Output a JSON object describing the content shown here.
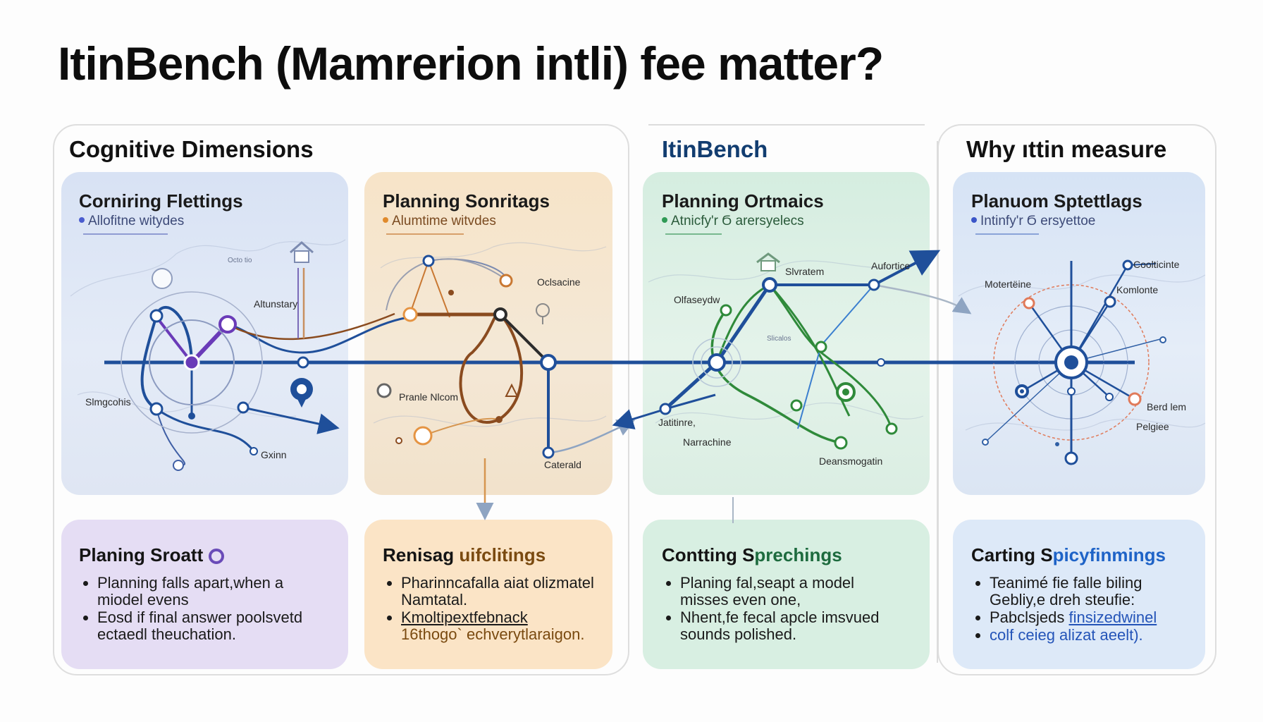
{
  "title": "ItinBench (Mamrerion intli) fee matter?",
  "sections": {
    "cognitive": "Cognitive Dimensions",
    "itinbench": "ItinBench",
    "why": "Why ıttin measure"
  },
  "top_panels": [
    {
      "title": "Corniring Flettings",
      "subtitle": "Allofitne witydes",
      "dot_color": "#4a5ccf"
    },
    {
      "title": "Planning Sonritags",
      "subtitle": "Alumtime witvdes",
      "dot_color": "#e08a2c"
    },
    {
      "title": "Planning Ortmaics",
      "subtitle": "Atnicfy'r Ϭ arersyelecs",
      "dot_color": "#2f9a55"
    },
    {
      "title": "Planuom Sptettlags",
      "subtitle": "Intinfy'r Ϭ ersyettoe",
      "dot_color": "#3a55c8"
    }
  ],
  "map_labels": {
    "p1": {
      "altunstary": "Altunstary",
      "slmgcohis": "Slmgcohis",
      "gxinn": "Gxinn",
      "octolio": "Octo tio"
    },
    "p2": {
      "oclsacine": "Oclsacine",
      "pranle": "Pranle Nlcom",
      "caterald": "Caterald"
    },
    "p3": {
      "slvratem": "Slvratem",
      "aufortice": "Aufortice",
      "olfaseydw": "Olfaseydw",
      "jatitinre": "Jatitinre,",
      "narrachine": "Narrachine",
      "deansmogatin": "Deansmogatin",
      "sicalos": "Slicalos"
    },
    "p4": {
      "coolticinte": "Coolticinte",
      "moterteine": "Motertëine",
      "komlonte": "Komlonte",
      "berdlem": "Berd lem",
      "pelgiee": "Pelgiee"
    }
  },
  "bottom_panels": [
    {
      "title_a": "Planing Sroatt",
      "title_b": "",
      "bullets": [
        {
          "line1": "Planning falls apart,when a",
          "line2": "miodel evens"
        },
        {
          "line1": "Eosd if final answer poolsvetd",
          "line2": "ectaedl theuchation."
        }
      ]
    },
    {
      "title_a": "Renisag ",
      "title_b": "uifclitings",
      "bullets": [
        {
          "line1": "Pharinncafalla aiat olizmatel",
          "line2": "Namtatal."
        },
        {
          "line1": "Kmoltipextfebnack",
          "line2": "16thogo` echverytlaraigon."
        }
      ]
    },
    {
      "title_a": "Contting S",
      "title_b": "prechings",
      "bullets": [
        {
          "line1": "Planing fal,seapt a model",
          "line2": "misses even one,"
        },
        {
          "line1": "Nhent,fe fecal apcle imsvued",
          "line2": "sounds polished."
        }
      ]
    },
    {
      "title_a": "Carting S",
      "title_b": "picyfinmings",
      "bullets": [
        {
          "line1": "Teanimé fie falle biling",
          "line2": "Gebliy,e dreh steufie:"
        },
        {
          "line1": "Pabclsjeds ",
          "line1b": "finsizedwinel",
          "line2": ""
        },
        {
          "line1": "colf ceieg alizat aeelt).",
          "line2": ""
        }
      ]
    }
  ],
  "colors": {
    "route_blue": "#1f4f9a",
    "route_purple": "#6a3bb8",
    "route_brown": "#8a4b1f",
    "route_green": "#2f8a3a",
    "accent_orange": "#e59443"
  },
  "icons": [
    "house-icon",
    "map-pin-icon",
    "magnifier-icon",
    "target-icon",
    "arrow-icon"
  ]
}
